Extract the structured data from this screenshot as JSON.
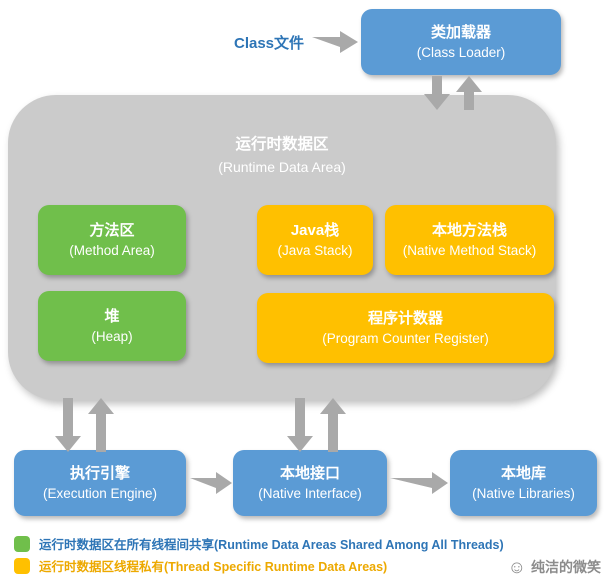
{
  "class_file": {
    "label": "Class文件"
  },
  "class_loader": {
    "title": "类加载器",
    "subtitle": "(Class Loader)"
  },
  "runtime_data_area": {
    "title": "运行时数据区",
    "subtitle": "(Runtime Data Area)",
    "method_area": {
      "title": "方法区",
      "subtitle": "(Method Area)"
    },
    "heap": {
      "title": "堆",
      "subtitle": "(Heap)"
    },
    "java_stack": {
      "title": "Java栈",
      "subtitle": "(Java Stack)"
    },
    "native_method_stack": {
      "title": "本地方法栈",
      "subtitle": "(Native Method Stack)"
    },
    "program_counter": {
      "title": "程序计数器",
      "subtitle": "(Program Counter Register)"
    }
  },
  "execution_engine": {
    "title": "执行引擎",
    "subtitle": "(Execution Engine)"
  },
  "native_interface": {
    "title": "本地接口",
    "subtitle": "(Native Interface)"
  },
  "native_libraries": {
    "title": "本地库",
    "subtitle": "(Native Libraries)"
  },
  "legend": {
    "shared_label": "运行时数据区在所有线程间共享(Runtime Data Areas Shared Among All Threads)",
    "private_label": "运行时数据区线程私有(Thread Specific Runtime Data Areas)"
  },
  "watermark": {
    "icon": "smiley-face-icon",
    "text": "纯洁的微笑"
  },
  "colors": {
    "blue_box": "#5B9BD5",
    "green_box": "#70BF4B",
    "yellow_box": "#FFC000",
    "gray_container": "#CBCBCB",
    "arrow_gray": "#A9A9A9",
    "legend_shared_text": "#2E75B6",
    "legend_private_text": "#EDA900",
    "class_file_text": "#2E75B6",
    "watermark_text": "#8C8C8C"
  }
}
